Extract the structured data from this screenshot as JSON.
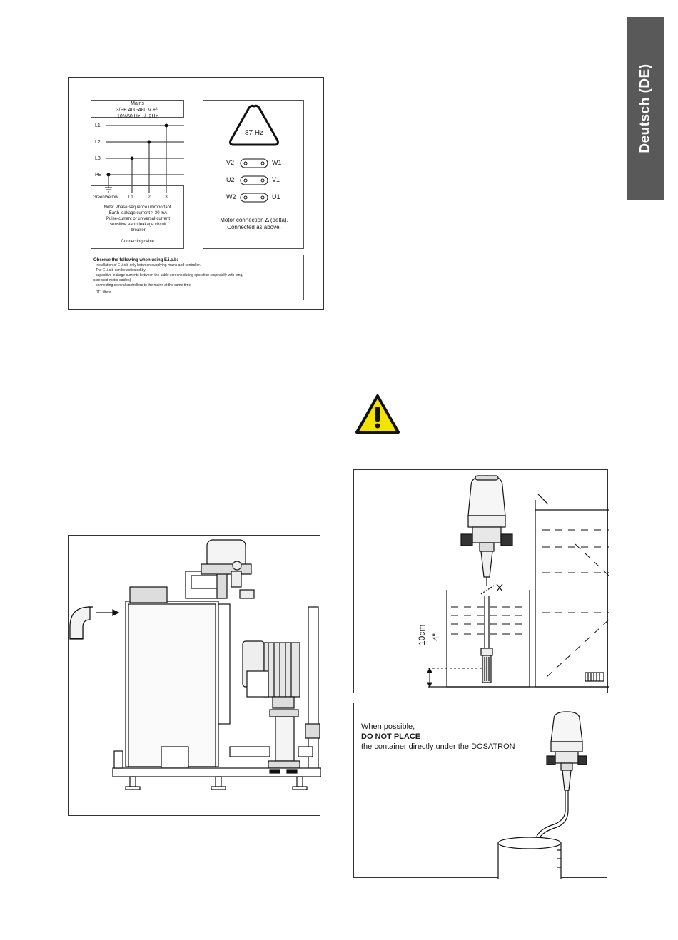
{
  "side_tab": {
    "label": "Deutsch (DE)"
  },
  "wiring": {
    "mains_label": "Mains\n3/PE 400-480 V +/-\n10%50 Hz +/- 2Hz",
    "lines": [
      "L1",
      "L2",
      "L3",
      "PE"
    ],
    "terminals": [
      "Green/Yellow",
      "L1",
      "L2",
      "L3"
    ],
    "note": "Note: Phase sequence unimportant.\nEarth leakage current > 30 mA\nPulse-current or universal-current\nsensitive earth leakage circuit\nbreaker\n\nConnecting cable.",
    "frequency": "87 Hz",
    "motor_terminals": [
      {
        "left": "V2",
        "right": "W1"
      },
      {
        "left": "U2",
        "right": "V1"
      },
      {
        "left": "W2",
        "right": "U1"
      }
    ],
    "motor_connection": "Motor connection Δ (delta).\nConnected as above.",
    "eicb_title": "Observe the following when using E.i.c.b:",
    "eicb_lines": [
      "- Installation of E .i.c.b only between supplying mains and controller.",
      "- The E .i.c.b can be activated by:",
      "- capacitive leakage currents between the cable screens during operation (especially with long,",
      "screened motor cables)",
      "- connecting several controllers to the mains at the same time",
      "- RFI filters"
    ]
  },
  "dosatron_setup": {
    "depth_metric": "10cm",
    "depth_imperial": "4\""
  },
  "placement": {
    "line1": "When possible,",
    "line2": "DO NOT PLACE",
    "line3": "the container directly under the DOSATRON"
  }
}
